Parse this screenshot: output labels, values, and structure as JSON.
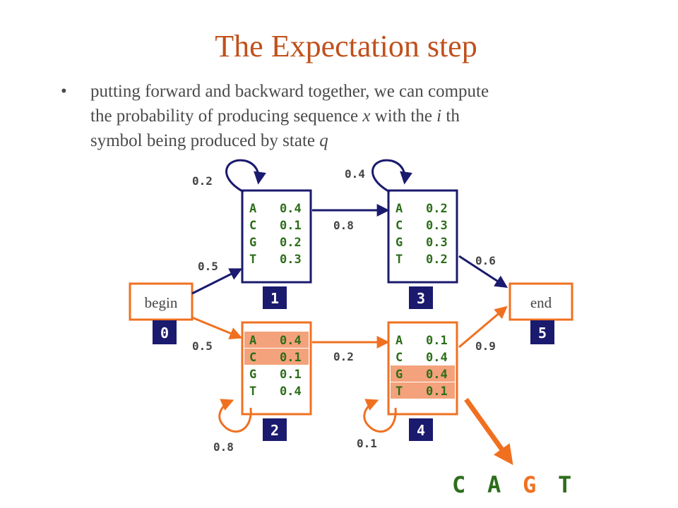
{
  "slide": {
    "title": "The Expectation step",
    "bullet": {
      "symbol": "•",
      "line1": "putting forward and backward together, we can compute",
      "line2_pre": "the probability of producing sequence ",
      "line2_x": "x",
      "line2_mid": " with the ",
      "line2_i": "i",
      "line2_post": " th",
      "line3_pre": "symbol being produced by state ",
      "line3_q": "q"
    }
  },
  "diagram": {
    "colors": {
      "blue": "#1a1a6e",
      "orange": "#f07020",
      "green": "#2d6e1a",
      "highlight": "#f4a27c",
      "label_gray": "#444444"
    },
    "begin": {
      "label": "begin",
      "badge": "0"
    },
    "end": {
      "label": "end",
      "badge": "5"
    },
    "states": [
      {
        "id": "1",
        "badge": "1",
        "color": "blue",
        "emissions": [
          {
            "sym": "A",
            "p": "0.4"
          },
          {
            "sym": "C",
            "p": "0.1"
          },
          {
            "sym": "G",
            "p": "0.2"
          },
          {
            "sym": "T",
            "p": "0.3"
          }
        ],
        "highlighted": []
      },
      {
        "id": "3",
        "badge": "3",
        "color": "blue",
        "emissions": [
          {
            "sym": "A",
            "p": "0.2"
          },
          {
            "sym": "C",
            "p": "0.3"
          },
          {
            "sym": "G",
            "p": "0.3"
          },
          {
            "sym": "T",
            "p": "0.2"
          }
        ],
        "highlighted": []
      },
      {
        "id": "2",
        "badge": "2",
        "color": "orange",
        "emissions": [
          {
            "sym": "A",
            "p": "0.4"
          },
          {
            "sym": "C",
            "p": "0.1"
          },
          {
            "sym": "G",
            "p": "0.1"
          },
          {
            "sym": "T",
            "p": "0.4"
          }
        ],
        "highlighted": [
          0,
          1
        ]
      },
      {
        "id": "4",
        "badge": "4",
        "color": "orange",
        "emissions": [
          {
            "sym": "A",
            "p": "0.1"
          },
          {
            "sym": "C",
            "p": "0.4"
          },
          {
            "sym": "G",
            "p": "0.4"
          },
          {
            "sym": "T",
            "p": "0.1"
          }
        ],
        "highlighted": [
          2,
          3
        ]
      }
    ],
    "transitions": {
      "self_1": "0.2",
      "self_3": "0.4",
      "self_2": "0.8",
      "self_4": "0.1",
      "t_1_3": "0.8",
      "t_2_4": "0.2",
      "t_0_1": "0.5",
      "t_0_2": "0.5",
      "t_3_5": "0.6",
      "t_4_5": "0.9"
    },
    "sequence": [
      {
        "sym": "C",
        "color": "#2d6e1a"
      },
      {
        "sym": "A",
        "color": "#2d6e1a"
      },
      {
        "sym": "G",
        "color": "#f07020"
      },
      {
        "sym": "T",
        "color": "#2d6e1a"
      }
    ]
  }
}
